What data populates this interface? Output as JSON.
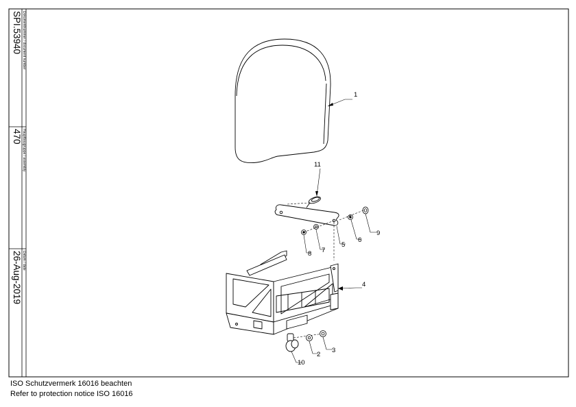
{
  "title_block": {
    "document_number_label": "Dokumentnummer / document number",
    "document_number": "SPI.53940",
    "assembly_label": "Hauptbaugruppe / assembly",
    "assembly": "470",
    "date_label": "Datum / date",
    "date": "26-Aug-2019"
  },
  "callouts": [
    "1",
    "2",
    "3",
    "4",
    "5",
    "6",
    "7",
    "8",
    "9",
    "10",
    "11"
  ],
  "footer": {
    "line1": "ISO Schutzvermerk 16016 beachten",
    "line2": "Refer to protection notice ISO 16016"
  }
}
